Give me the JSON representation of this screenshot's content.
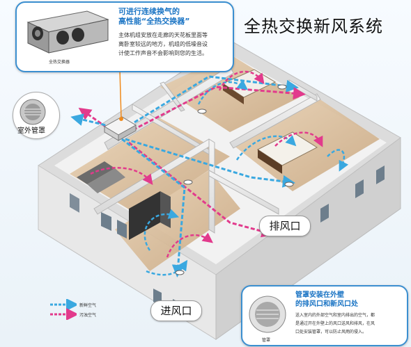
{
  "title": "全热交换新风系统",
  "top_callout": {
    "heading_line1": "可进行连续换气的",
    "heading_line2": "高性能“全热交换器”",
    "body_line1": "主体机组安放在走廊的天花板里面等",
    "body_line2": "离卧室较远的地方，机组的低噪音设",
    "body_line3": "计使工作声音不会影响到您的生活。",
    "device_caption": "全热交换器"
  },
  "outdoor_hood_label": "室外管罩",
  "exhaust_label": "排风口",
  "intake_label": "进风口",
  "legend": {
    "fresh_air": "新鲜空气",
    "dirty_air": "污浊空气"
  },
  "bottom_callout": {
    "heading_line1": "管罩安装在外壁",
    "heading_line2": "的排风口和新风口处",
    "body_line1": "送入室内的外部空气和室内排出的空气，都",
    "body_line2": "是通过开在外壁上的风口送风和排风，在风",
    "body_line3": "口处安装管罩，可以防止风雨的侵入。",
    "icon_caption": "管罩"
  },
  "colors": {
    "fresh_air": "#3aa8e0",
    "dirty_air": "#e23a8c",
    "accent_blue": "#1a74c4"
  }
}
